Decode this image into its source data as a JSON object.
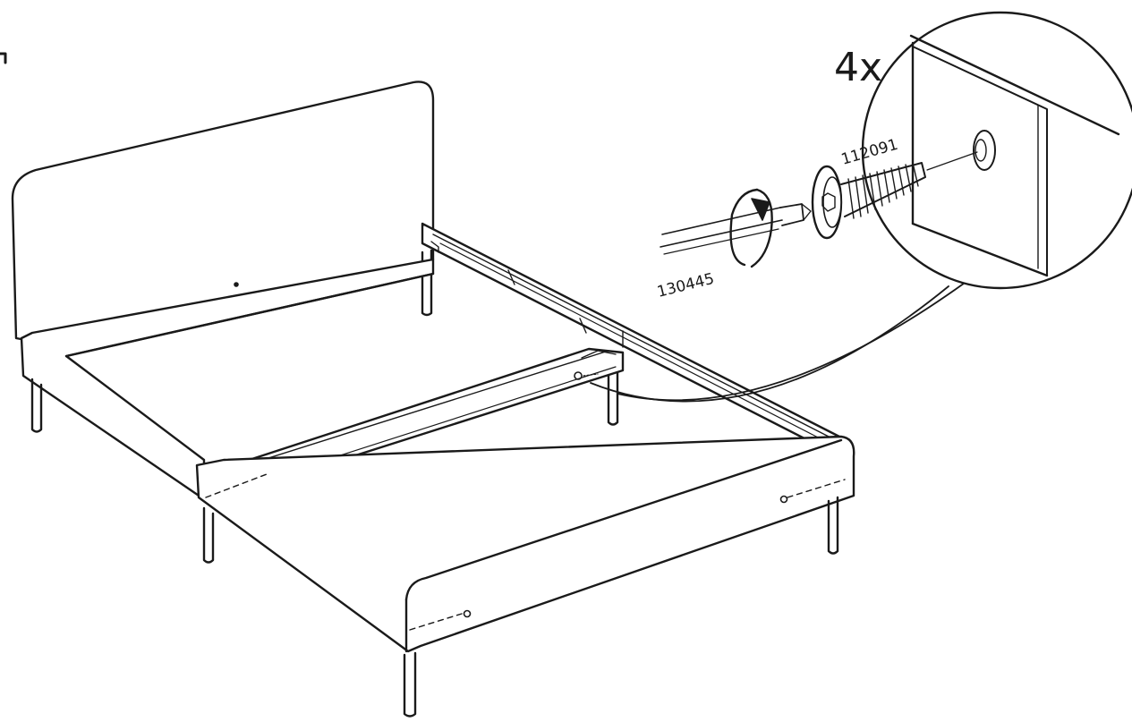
{
  "instructions": {
    "quantity_label": "4x",
    "part_numbers": {
      "bolt": "112091",
      "allen_key": "130445"
    }
  },
  "colors": {
    "ink": "#1a1a1a",
    "paper": "#ffffff"
  }
}
